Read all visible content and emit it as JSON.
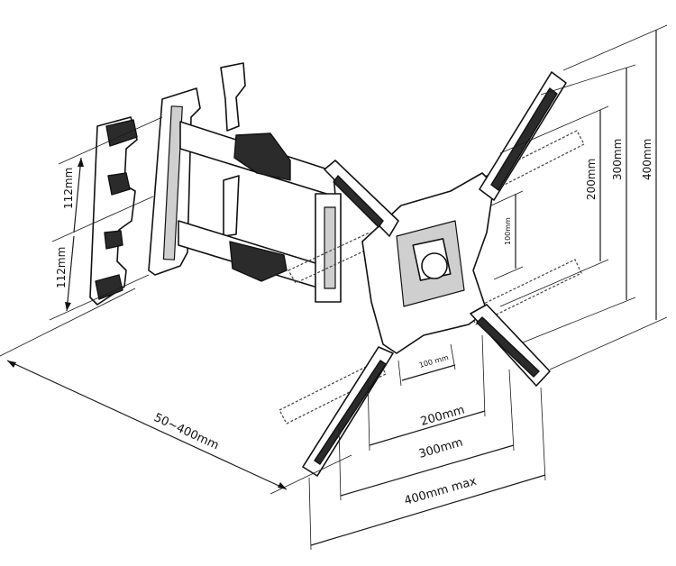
{
  "dimensions": {
    "wall_plate_upper": "112mm",
    "wall_plate_lower": "112mm",
    "extension": "50~400mm",
    "vesa_h_100": "100 mm",
    "vesa_h_200": "200mm",
    "vesa_h_300": "300mm",
    "vesa_h_400": "400mm max",
    "vesa_v_100": "100mm",
    "vesa_v_200": "200mm",
    "vesa_v_300": "300mm",
    "vesa_v_400": "400mm"
  },
  "colors": {
    "line": "#1a1a1a",
    "dark_fill": "#2b2b2b",
    "light_fill": "#cfcfcf"
  }
}
